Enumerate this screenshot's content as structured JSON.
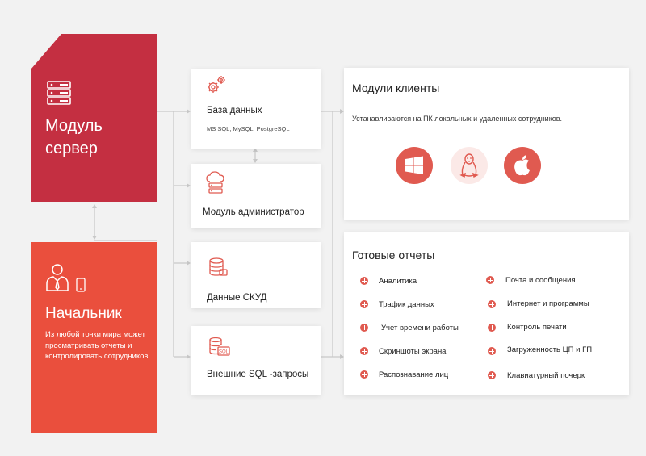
{
  "server": {
    "title_line1": "Модуль",
    "title_line2": "сервер",
    "icon": "server-icon"
  },
  "boss": {
    "title": "Начальник",
    "description": "Из любой точки мира может просматривать отчеты и контролировать сотрудников",
    "icons": [
      "manager-person-icon",
      "phone-icon"
    ]
  },
  "modules": [
    {
      "title": "База данных",
      "subtitle": "MS SQL, MySQL, PostgreSQL",
      "icon": "gears-icon"
    },
    {
      "title": "Модуль администратор",
      "icon": "cloud-server-icon"
    },
    {
      "title": "Данные СКУД",
      "icon": "database-icon"
    },
    {
      "title": "Внешние SQL -запросы",
      "icon": "sql-database-icon"
    }
  ],
  "clients": {
    "title": "Модули клиенты",
    "description": "Устанавливаются на ПК локальных и удаленных сотрудников.",
    "os_icons": [
      "windows-icon",
      "linux-icon",
      "apple-icon"
    ]
  },
  "reports": {
    "title": "Готовые отчеты",
    "left": [
      "Аналитика",
      "Трафик данных",
      "Учет времени работы",
      "Скриншоты экрана",
      "Распознавание лиц"
    ],
    "right": [
      "Почта и сообщения",
      "Интернет и программы",
      "Контроль печати",
      "Загруженность ЦП и ГП",
      "Клавиатурный почерк"
    ]
  },
  "colors": {
    "accent_dark": "#c42f41",
    "accent": "#ea4f3d",
    "icon": "#e05a50",
    "background": "#f2f2f2"
  }
}
